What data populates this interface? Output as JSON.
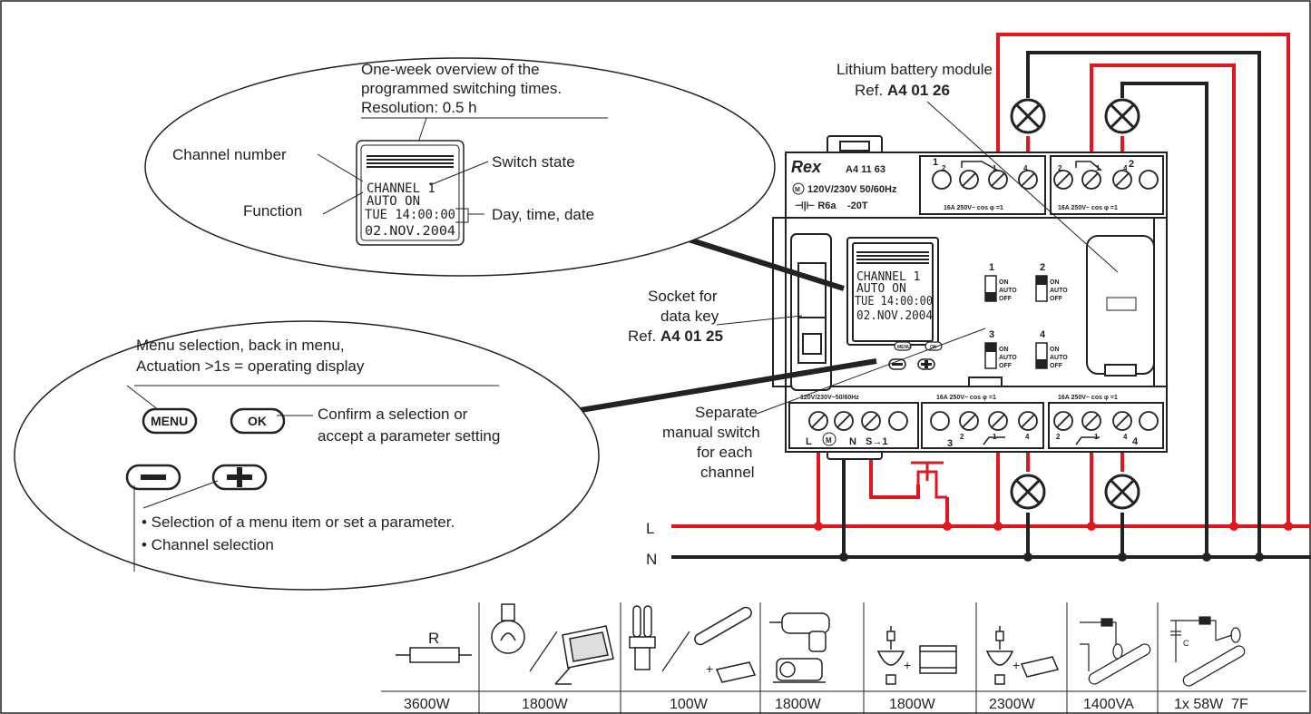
{
  "colors": {
    "phase": "#e0171f",
    "neutral": "#222222",
    "stroke": "#222222"
  },
  "callout_top": {
    "title_line1": "One-week overview of the",
    "title_line2": "programmed switching times.",
    "title_line3": "Resolution: 0.5 h",
    "channel_number": "Channel number",
    "function": "Function",
    "switch_state": "Switch state",
    "day_time_date": "Day, time, date",
    "lcd": [
      "CHANNEL 1",
      "AUTO ON",
      "TUE 14:00:00",
      "02.NOV.2004"
    ]
  },
  "callout_bottom": {
    "menu_line1": "Menu selection, back in menu,",
    "menu_line2": "Actuation >1s = operating display",
    "menu_key": "MENU",
    "ok_key": "OK",
    "minus_key": "−",
    "plus_key": "+",
    "ok_line1": "Confirm a selection or",
    "ok_line2": "accept a parameter setting",
    "bullet1": "• Selection of a menu item or set a parameter.",
    "bullet2": "• Channel selection"
  },
  "labels": {
    "battery_line1": "Lithium battery module",
    "battery_ref_prefix": "Ref.",
    "battery_ref": "A4 01 26",
    "socket_line1": "Socket for",
    "socket_line2": "data key",
    "socket_ref_prefix": "Ref.",
    "socket_ref": "A4 01 25",
    "manual_line1": "Separate",
    "manual_line2": "manual switch",
    "manual_line3": "for each",
    "manual_line4": "channel",
    "line_L": "L",
    "line_N": "N"
  },
  "device": {
    "brand": "Rex",
    "model": "A4 11 63",
    "voltage": "120V/230V 50/60Hz",
    "battery": "R6a",
    "temp": "-20T",
    "rating": "16A 250V~",
    "rating_cos": "cos φ =1",
    "supply": "120V/230V~50/60Hz",
    "lcd": [
      "CHANNEL 1",
      "AUTO ON",
      "TUE 14:00:00",
      "02.NOV.2004"
    ],
    "menu_key": "MENU",
    "ok_key": "OK",
    "switch_on": "ON",
    "switch_auto": "AUTO",
    "switch_off": "OFF",
    "channels": [
      "1",
      "2",
      "3",
      "4"
    ],
    "terminal_L": "L",
    "terminal_N": "N",
    "terminal_S": "S",
    "terminal_S_arrow": "→1",
    "terminal_M": "M",
    "terminal_num": [
      "1",
      "2",
      "4"
    ]
  },
  "loads": {
    "resistor_label": "R",
    "capacitor_label": "C",
    "ratings": [
      "3600W",
      "1800W",
      "100W",
      "1800W",
      "1800W",
      "2300W",
      "1400VA",
      "1x 58W  7F"
    ]
  }
}
